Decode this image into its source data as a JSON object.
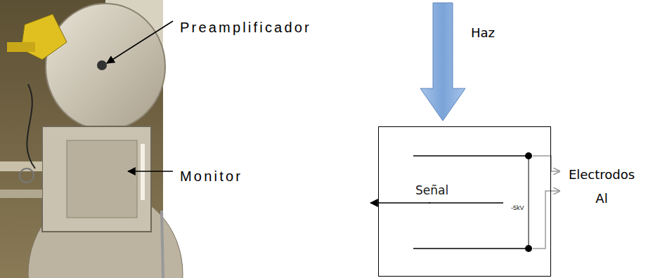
{
  "diagram": {
    "nodes": [
      {
        "text": [
          "Señal",
          "-5kV"
        ]
      }
    ],
    "labels": [
      "Preamplificador",
      "Monitor",
      "Haz",
      "Electrodos Al"
    ]
  }
}
